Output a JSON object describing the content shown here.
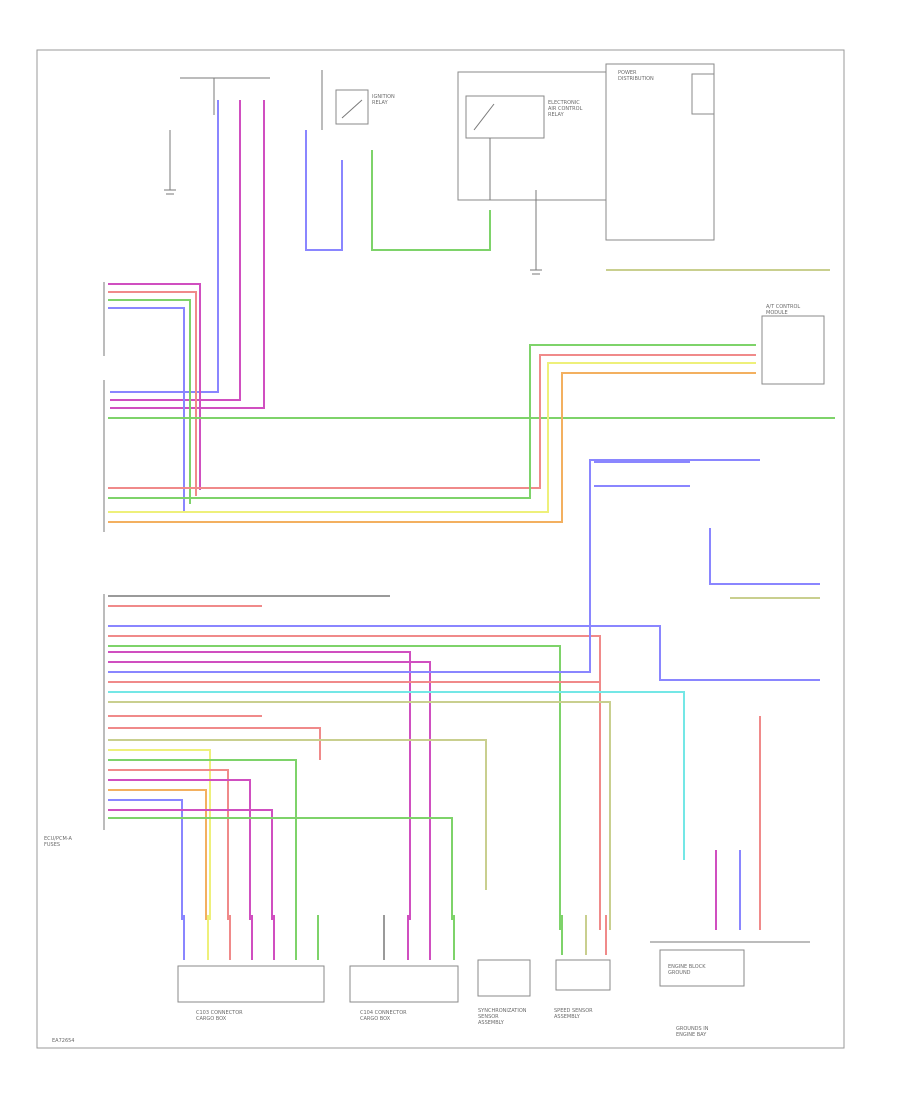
{
  "figure": {
    "id_label": "EA72654"
  },
  "labels": {
    "ecu": "ECU/PCM-A\nFUSES",
    "c_conn": "C103 CONNECTOR\nCARGO BOX",
    "d_conn": "C104 CONNECTOR\nCARGO BOX",
    "sensor": "SYNCHRONIZATION\nSENSOR\nASSEMBLY",
    "speed": "SPEED SENSOR\nASSEMBLY",
    "ground": "GROUNDS IN\nENGINE BAY",
    "ground_area": "ENGINE BLOCK\nGROUND",
    "relay": "ELECTRONIC\nAIR CONTROL\nRELAY",
    "fuse_top": "POWER\nDISTRIBUTION",
    "ign_relay": "IGNITION\nRELAY",
    "a_module": "A/T CONTROL\nMODULE"
  },
  "wire_colors": {
    "blue": "#8a86ff",
    "magenta": "#d04fc0",
    "green": "#7ed36a",
    "red": "#f08a8a",
    "yellow": "#eef07a",
    "orange": "#f3b060",
    "cyan": "#74e7e6",
    "olive": "#c9cf8f",
    "grey": "#9a9a9a"
  }
}
